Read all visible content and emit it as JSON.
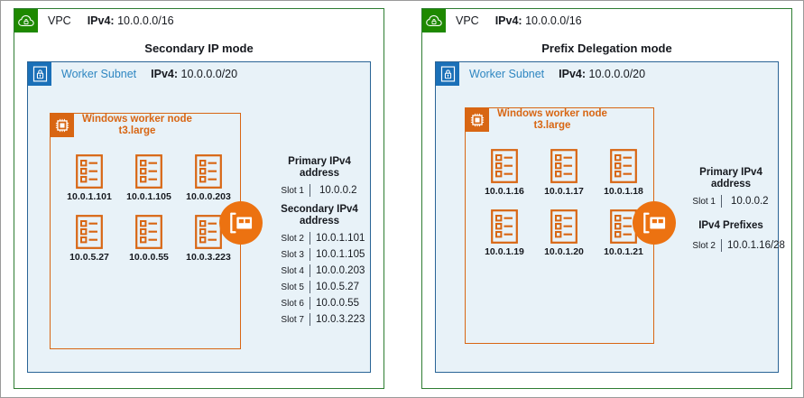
{
  "panels": [
    {
      "vpc": {
        "icon": "vpc-cloud-lock-icon",
        "label": "VPC",
        "cidr_label": "IPv4:",
        "cidr_value": "10.0.0.0/16",
        "color": "#1e8900"
      },
      "mode_title": "Secondary IP mode",
      "subnet": {
        "icon": "subnet-lock-icon",
        "label": "Worker Subnet",
        "cidr_label": "IPv4:",
        "cidr_value": "10.0.0.0/20",
        "color": "#1a70b8"
      },
      "node": {
        "icon": "cpu-chip-icon",
        "title_line1": "Windows worker node",
        "title_line2": "t3.large",
        "color": "#d86613"
      },
      "eni": {
        "icon": "network-interface-icon",
        "color": "#ec7211"
      },
      "pods": [
        [
          "10.0.1.101",
          "10.0.1.105",
          "10.0.0.203"
        ],
        [
          "10.0.5.27",
          "10.0.0.55",
          "10.0.3.223"
        ]
      ],
      "slot_groups": [
        {
          "title_line1": "Primary IPv4",
          "title_line2": "address",
          "rows": [
            {
              "slot": "Slot 1",
              "value": "10.0.0.2"
            }
          ]
        },
        {
          "title_line1": "Secondary IPv4",
          "title_line2": "address",
          "rows": [
            {
              "slot": "Slot 2",
              "value": "10.0.1.101"
            },
            {
              "slot": "Slot 3",
              "value": "10.0.1.105"
            },
            {
              "slot": "Slot 4",
              "value": "10.0.0.203"
            },
            {
              "slot": "Slot 5",
              "value": "10.0.5.27"
            },
            {
              "slot": "Slot 6",
              "value": "10.0.0.55"
            },
            {
              "slot": "Slot 7",
              "value": "10.0.3.223"
            }
          ]
        }
      ]
    },
    {
      "vpc": {
        "icon": "vpc-cloud-lock-icon",
        "label": "VPC",
        "cidr_label": "IPv4:",
        "cidr_value": "10.0.0.0/16",
        "color": "#1e8900"
      },
      "mode_title": "Prefix Delegation mode",
      "subnet": {
        "icon": "subnet-lock-icon",
        "label": "Worker Subnet",
        "cidr_label": "IPv4:",
        "cidr_value": "10.0.0.0/20",
        "color": "#1a70b8"
      },
      "node": {
        "icon": "cpu-chip-icon",
        "title_line1": "Windows worker node",
        "title_line2": "t3.large",
        "color": "#d86613"
      },
      "eni": {
        "icon": "network-interface-icon",
        "color": "#ec7211"
      },
      "pods": [
        [
          "10.0.1.16",
          "10.0.1.17",
          "10.0.1.18"
        ],
        [
          "10.0.1.19",
          "10.0.1.20",
          "10.0.1.21"
        ]
      ],
      "slot_groups": [
        {
          "title_line1": "Primary IPv4",
          "title_line2": "address",
          "rows": [
            {
              "slot": "Slot 1",
              "value": "10.0.0.2"
            }
          ]
        },
        {
          "title_line1": "IPv4 Prefixes",
          "title_line2": "",
          "rows": [
            {
              "slot": "Slot 2",
              "value": "10.0.1.16/28"
            }
          ]
        }
      ]
    }
  ]
}
